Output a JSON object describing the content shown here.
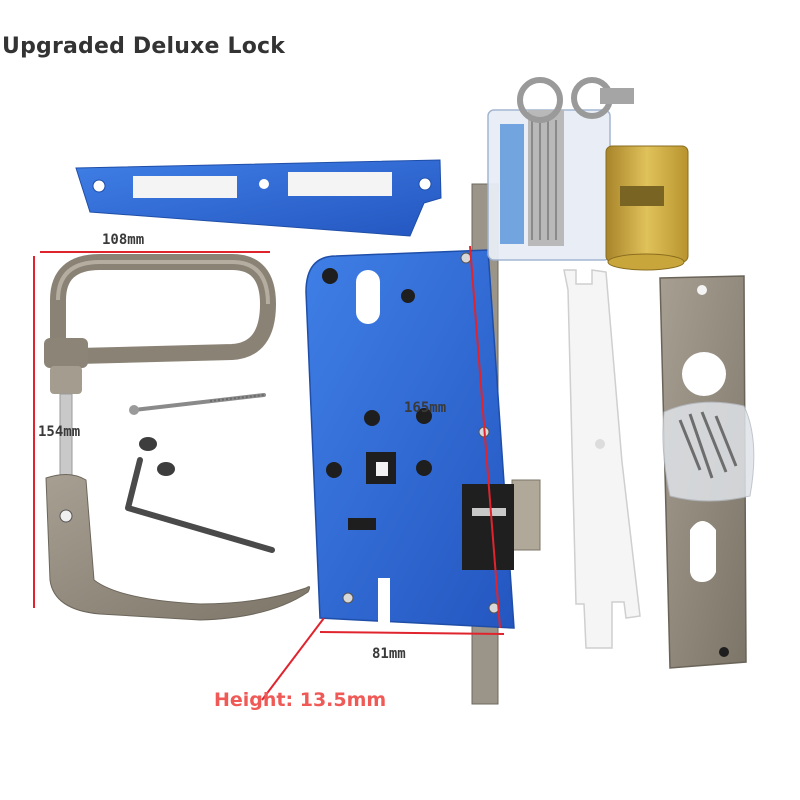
{
  "title": "Upgraded Deluxe Lock",
  "dimensions": {
    "faceplate_width": "108mm",
    "handle_height": "154mm",
    "body_height": "165mm",
    "body_width": "81mm"
  },
  "thickness_note": "Height: 13.5mm",
  "colors": {
    "blue_plate": "#2f6fd6",
    "dimension_line": "#e0242e",
    "brass": "#c9a63c",
    "steel": "#8a8275",
    "title_text": "#333333",
    "note_text": "#ef5a57"
  }
}
